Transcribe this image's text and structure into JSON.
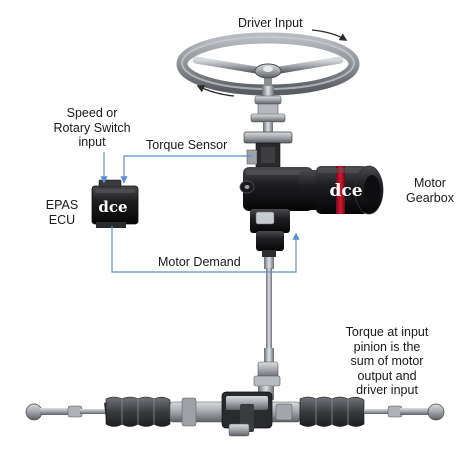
{
  "labels": {
    "driver_input": "Driver Input",
    "speed_switch": "Speed or\nRotary Switch\ninput",
    "torque_sensor": "Torque Sensor",
    "epas_ecu": "EPAS\nECU",
    "motor_gearbox": "Motor\nGearbox",
    "motor_demand": "Motor Demand",
    "torque_note": "Torque at input\npinion is the\nsum of motor\noutput and\ndriver input"
  },
  "logo": {
    "ecu": "dce",
    "motor": "dce"
  },
  "colors": {
    "signal_line": "#5b8fd0",
    "motor_accent": "#c8102e",
    "motor_body": "#1c1c1e",
    "metal": "#a9adb2"
  }
}
